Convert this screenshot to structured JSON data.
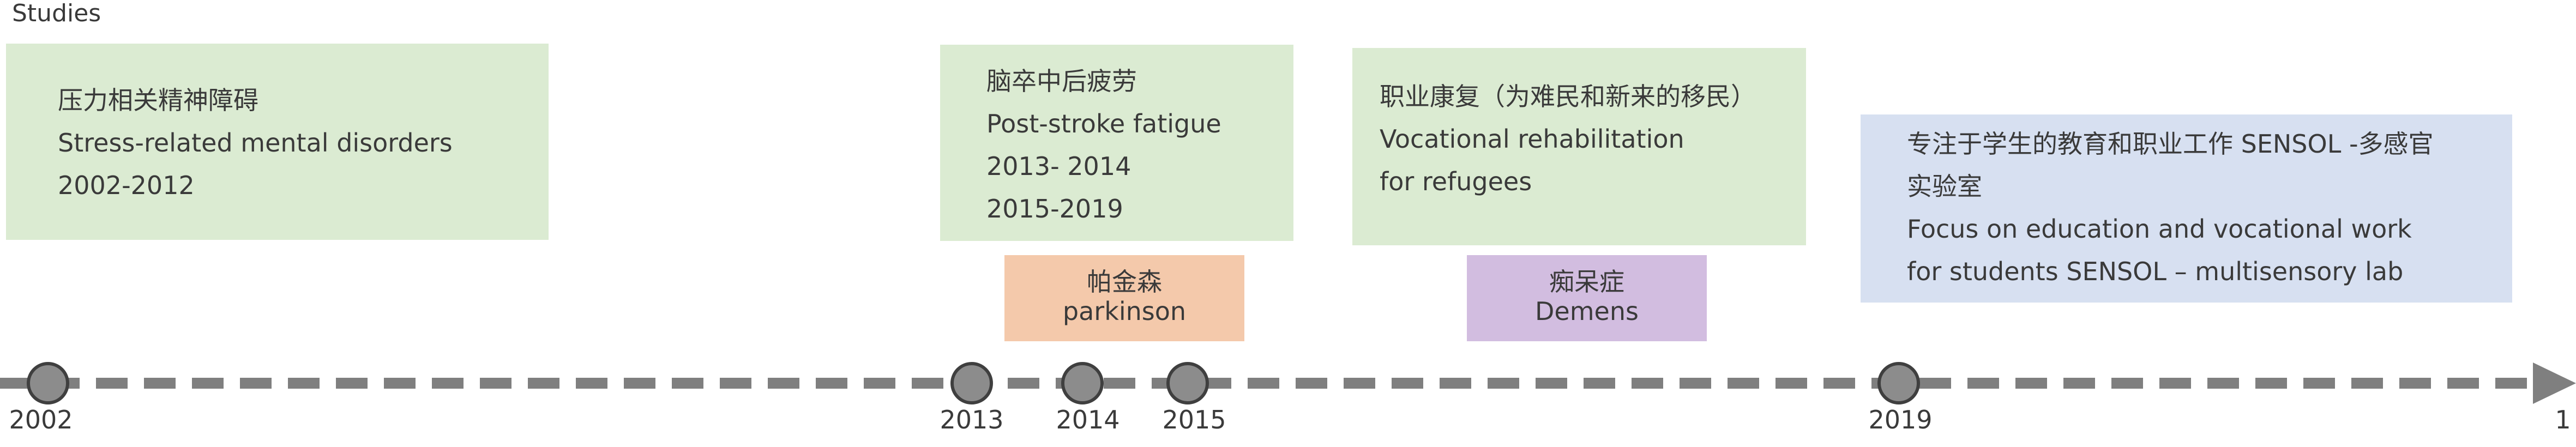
{
  "heading": "Studies",
  "boxes": {
    "stress": {
      "lines": [
        "压力相关精神障碍",
        "Stress-related mental disorders",
        "2002-2012"
      ]
    },
    "fatigue": {
      "lines": [
        "脑卒中后疲劳",
        "Post-stroke fatigue",
        "2013- 2014",
        "2015-2019"
      ]
    },
    "vocational": {
      "lines": [
        "职业康复（为难民和新来的移民）",
        "Vocational rehabilitation",
        "for  refugees"
      ]
    },
    "sensol": {
      "lines": [
        "专注于学生的教育和职业工作 SENSOL -多感官",
        "实验室",
        "Focus on education and vocational work",
        "for students  SENSOL  –  multisensory lab"
      ]
    },
    "parkinson": {
      "lines": [
        "帕金森",
        "parkinson"
      ]
    },
    "demens": {
      "lines": [
        "痴呆症",
        "Demens"
      ]
    }
  },
  "timeline": {
    "years": [
      "2002",
      "2013",
      "2014",
      "2015",
      "2019"
    ],
    "end_label": "1"
  },
  "colors": {
    "green": "#dbebd2",
    "blue": "#d7e0f1",
    "orange": "#f4c9ab",
    "purple": "#d2bde0",
    "axis": "#7f7f7f",
    "node": "#8c8c8c"
  }
}
